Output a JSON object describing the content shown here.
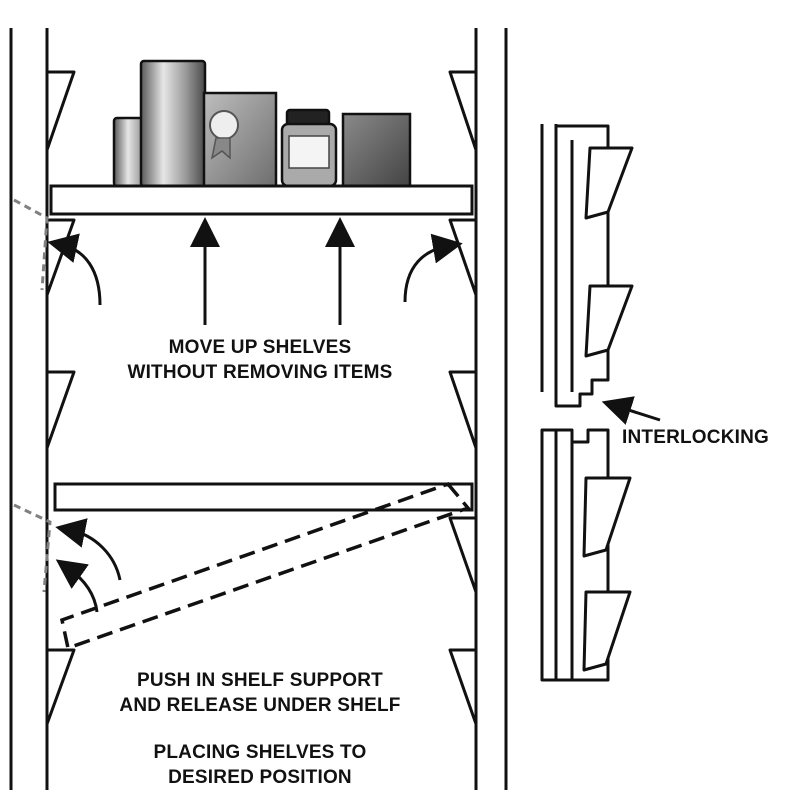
{
  "labels": {
    "move_up_line1": "MOVE UP SHELVES",
    "move_up_line2": "WITHOUT REMOVING ITEMS",
    "interlocking": "INTERLOCKING",
    "push_line1": "PUSH IN SHELF SUPPORT",
    "push_line2": "AND RELEASE UNDER SHELF",
    "placing_line1": "PLACING SHELVES TO",
    "placing_line2": "DESIRED POSITION"
  },
  "colors": {
    "line": "#111111",
    "dashed_support": "#808080",
    "background": "#ffffff"
  }
}
